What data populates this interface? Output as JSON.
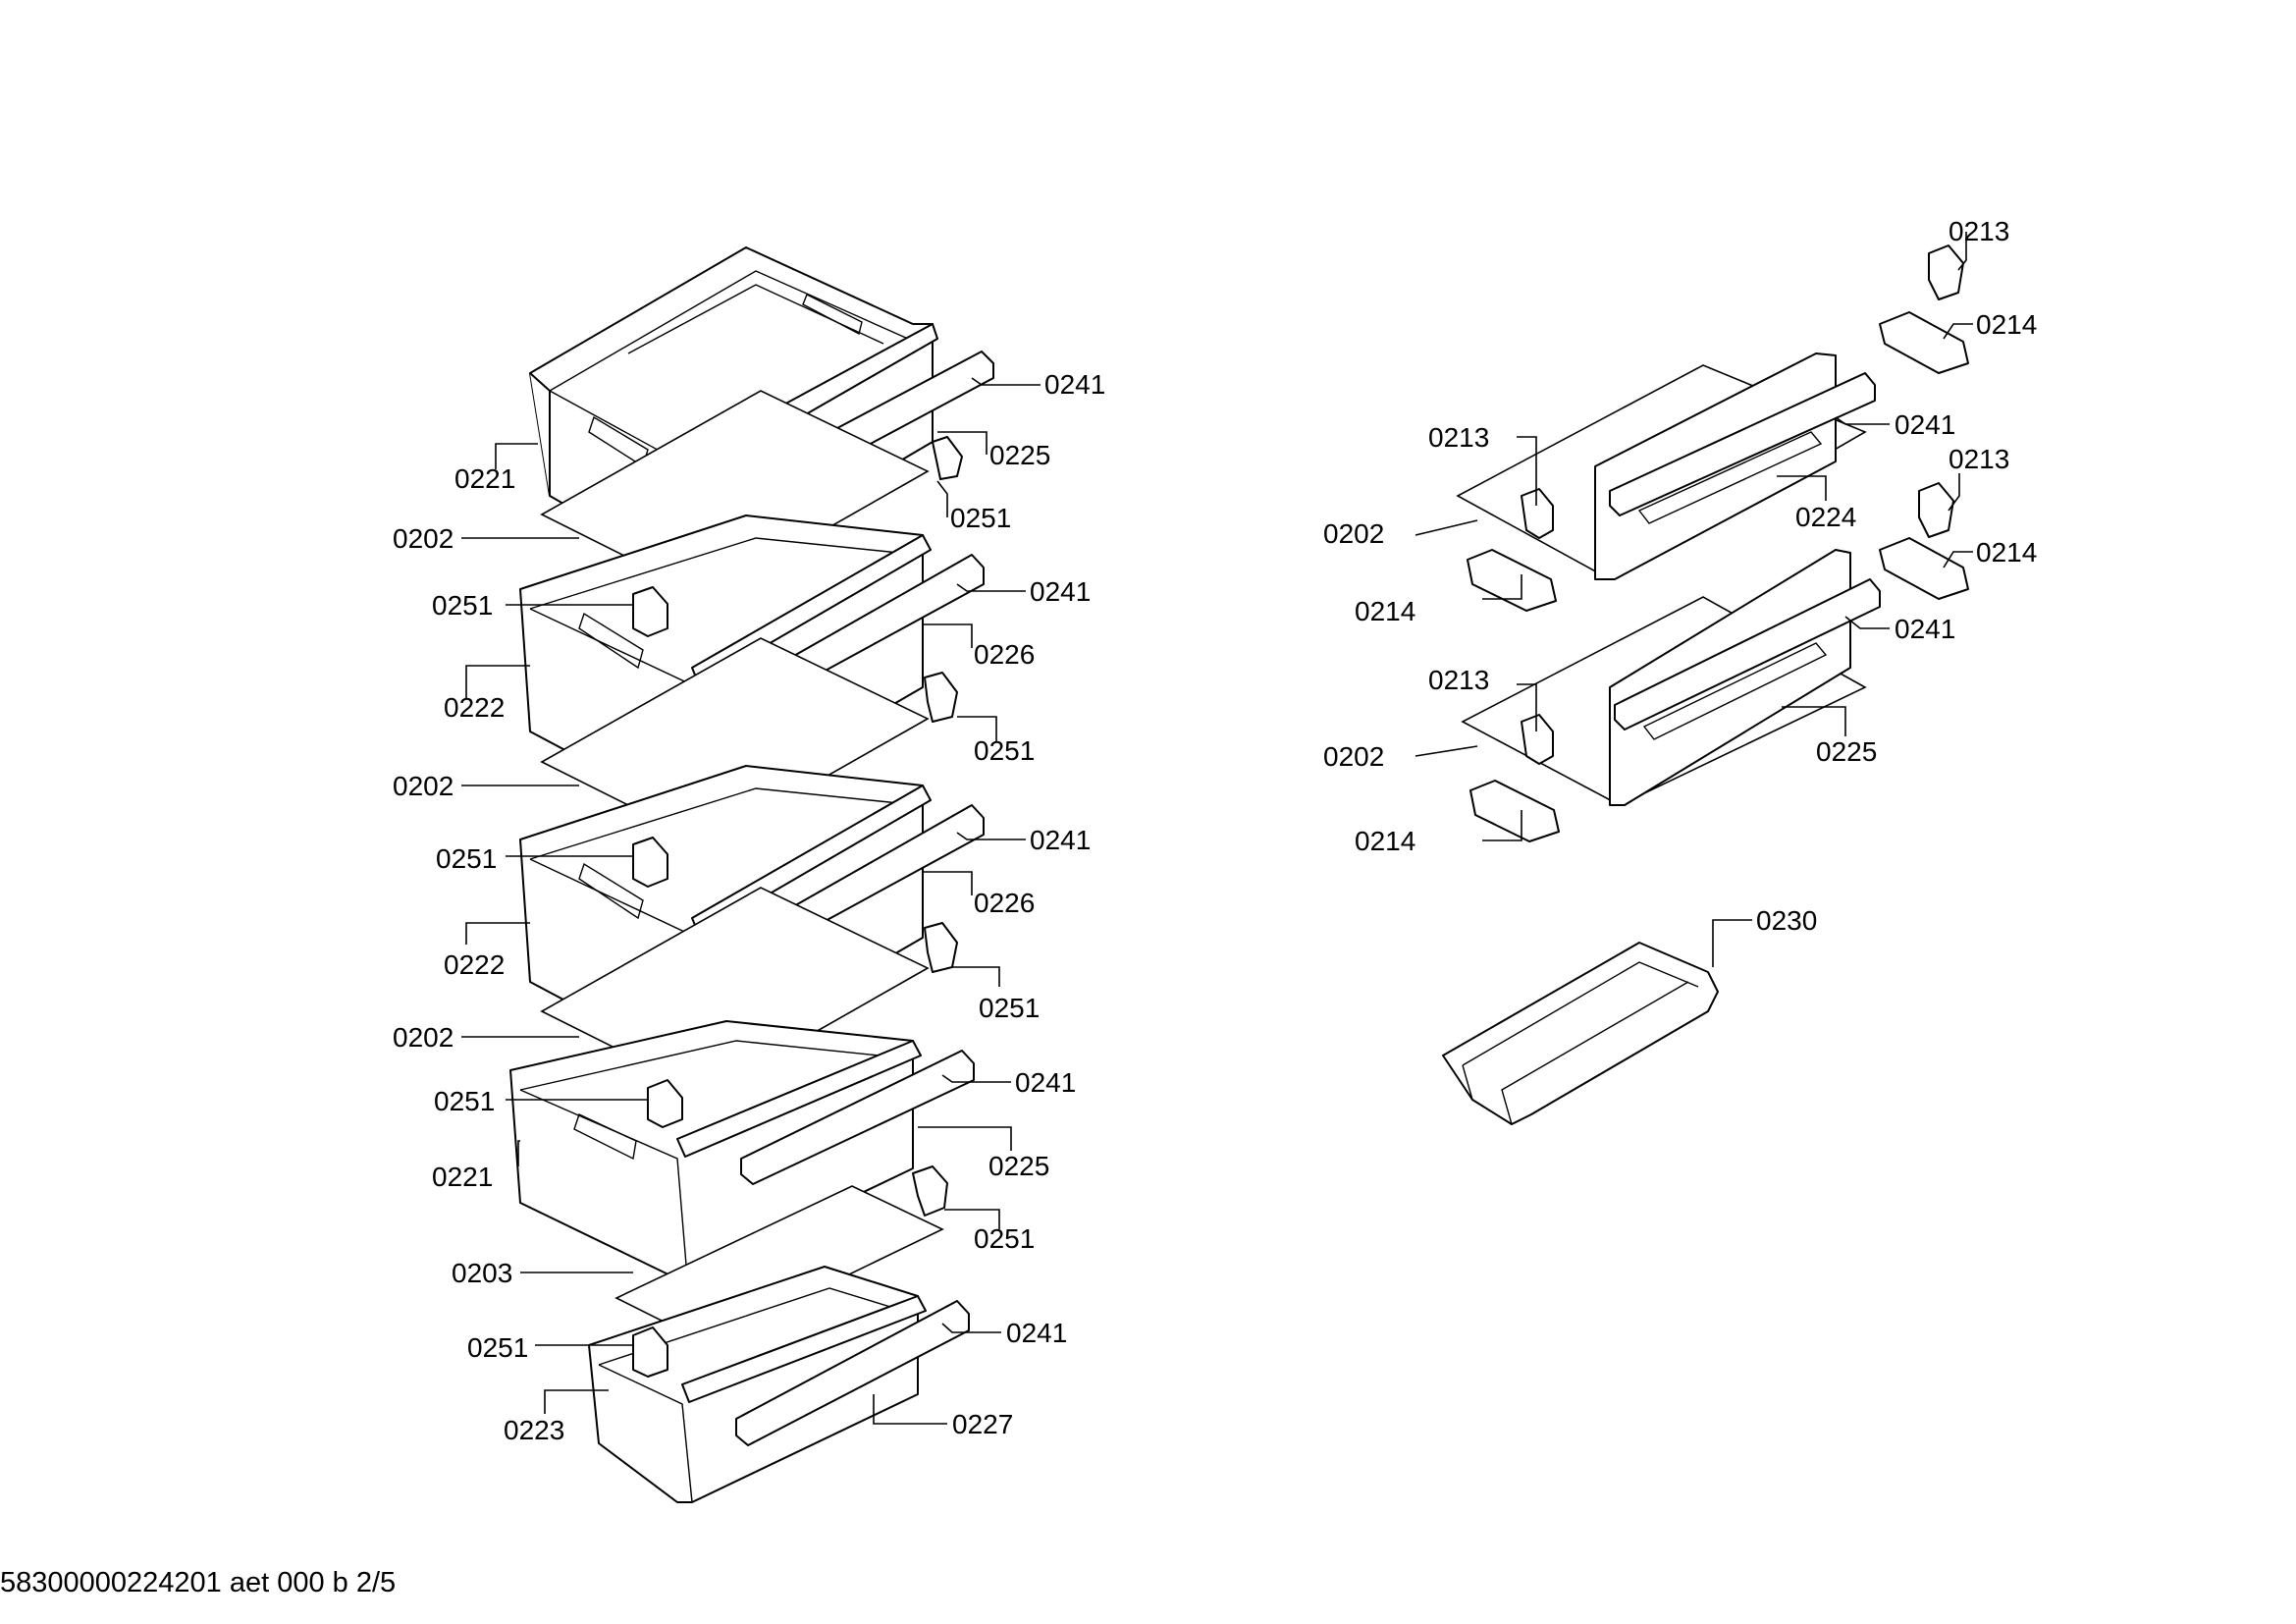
{
  "footer": {
    "text": "58300000224201 aet 000 b 2/5"
  },
  "callouts": [
    {
      "id": "c1",
      "text": "0241"
    },
    {
      "id": "c2",
      "text": "0225"
    },
    {
      "id": "c3",
      "text": "0221"
    },
    {
      "id": "c4",
      "text": "0251"
    },
    {
      "id": "c5",
      "text": "0202"
    },
    {
      "id": "c6",
      "text": "0241"
    },
    {
      "id": "c7",
      "text": "0251"
    },
    {
      "id": "c8",
      "text": "0226"
    },
    {
      "id": "c9",
      "text": "0222"
    },
    {
      "id": "c10",
      "text": "0251"
    },
    {
      "id": "c11",
      "text": "0202"
    },
    {
      "id": "c12",
      "text": "0241"
    },
    {
      "id": "c13",
      "text": "0251"
    },
    {
      "id": "c14",
      "text": "0226"
    },
    {
      "id": "c15",
      "text": "0222"
    },
    {
      "id": "c16",
      "text": "0251"
    },
    {
      "id": "c17",
      "text": "0202"
    },
    {
      "id": "c18",
      "text": "0241"
    },
    {
      "id": "c19",
      "text": "0251"
    },
    {
      "id": "c20",
      "text": "0225"
    },
    {
      "id": "c21",
      "text": "0221"
    },
    {
      "id": "c22",
      "text": "0251"
    },
    {
      "id": "c23",
      "text": "0203"
    },
    {
      "id": "c24",
      "text": "0241"
    },
    {
      "id": "c25",
      "text": "0251"
    },
    {
      "id": "c26",
      "text": "0223"
    },
    {
      "id": "c27",
      "text": "0227"
    },
    {
      "id": "c28",
      "text": "0213"
    },
    {
      "id": "c29",
      "text": "0214"
    },
    {
      "id": "c30",
      "text": "0241"
    },
    {
      "id": "c31",
      "text": "0213"
    },
    {
      "id": "c32",
      "text": "0224"
    },
    {
      "id": "c33",
      "text": "0202"
    },
    {
      "id": "c34",
      "text": "0214"
    },
    {
      "id": "c35",
      "text": "0213"
    },
    {
      "id": "c36",
      "text": "0214"
    },
    {
      "id": "c37",
      "text": "0241"
    },
    {
      "id": "c38",
      "text": "0213"
    },
    {
      "id": "c39",
      "text": "0225"
    },
    {
      "id": "c40",
      "text": "0202"
    },
    {
      "id": "c41",
      "text": "0214"
    },
    {
      "id": "c42",
      "text": "0230"
    }
  ]
}
